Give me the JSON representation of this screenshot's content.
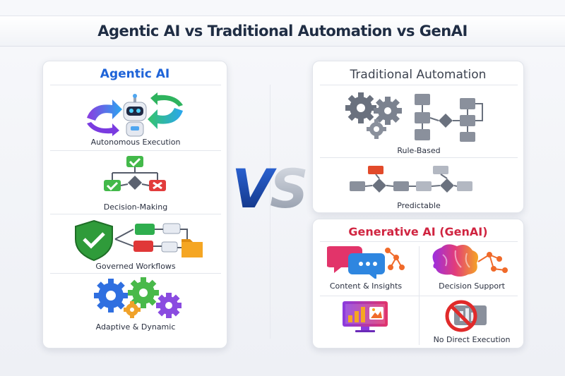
{
  "title": "Agentic AI vs Traditional Automation vs GenAI",
  "vs_text": "VS",
  "agentic": {
    "title": "Agentic AI",
    "items": [
      {
        "label": "Autonomous Execution",
        "icon": "robot-cycle-icon"
      },
      {
        "label": "Decision-Making",
        "icon": "decision-tree-icon"
      },
      {
        "label": "Governed Workflows",
        "icon": "shield-workflow-icon"
      },
      {
        "label": "Adaptive & Dynamic",
        "icon": "gears-icon"
      }
    ]
  },
  "traditional": {
    "title": "Traditional Automation",
    "items": [
      {
        "label": "Rule-Based",
        "icon": "gears-flowchart-icon"
      },
      {
        "label": "Predictable",
        "icon": "linear-flow-icon"
      }
    ]
  },
  "genai": {
    "title": "Generative AI (GenAI)",
    "items": [
      {
        "label": "Content & Insights",
        "icon": "chat-bubbles-icon"
      },
      {
        "label": "Decision Support",
        "icon": "brain-icon"
      },
      {
        "label": "",
        "icon": "monitor-chart-icon"
      },
      {
        "label": "No Direct Execution",
        "icon": "no-execution-icon"
      }
    ]
  },
  "colors": {
    "agentic": "#1e63d8",
    "genai": "#d02440",
    "traditional": "#3d4350"
  }
}
